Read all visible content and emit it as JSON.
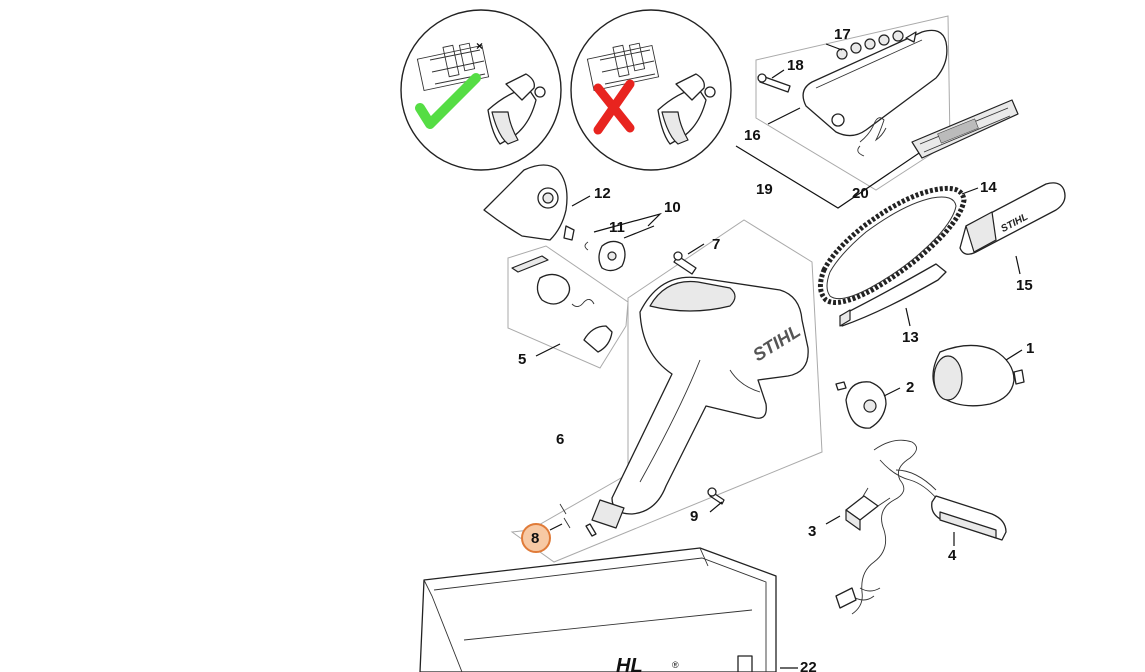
{
  "labels": {
    "p1": "1",
    "p2": "2",
    "p3": "3",
    "p4": "4",
    "p5": "5",
    "p6": "6",
    "p7": "7",
    "p8": "8",
    "p9": "9",
    "p10": "10",
    "p11": "11",
    "p12": "12",
    "p13": "13",
    "p14": "14",
    "p15": "15",
    "p16": "16",
    "p17": "17",
    "p18": "18",
    "p19": "19",
    "p20": "20",
    "p22": "22"
  },
  "branding": {
    "housing_logo": "STIHL",
    "bar_logo": "STIHL",
    "case_logo_fragment": "HL",
    "registered_mark": "®"
  },
  "colors": {
    "correct_mark": "#55dd44",
    "incorrect_mark": "#e8241f",
    "highlight_fill": "#f7c9a4",
    "highlight_stroke": "#e07b39"
  },
  "icons": {
    "correct": "checkmark-icon",
    "incorrect": "cross-icon"
  }
}
